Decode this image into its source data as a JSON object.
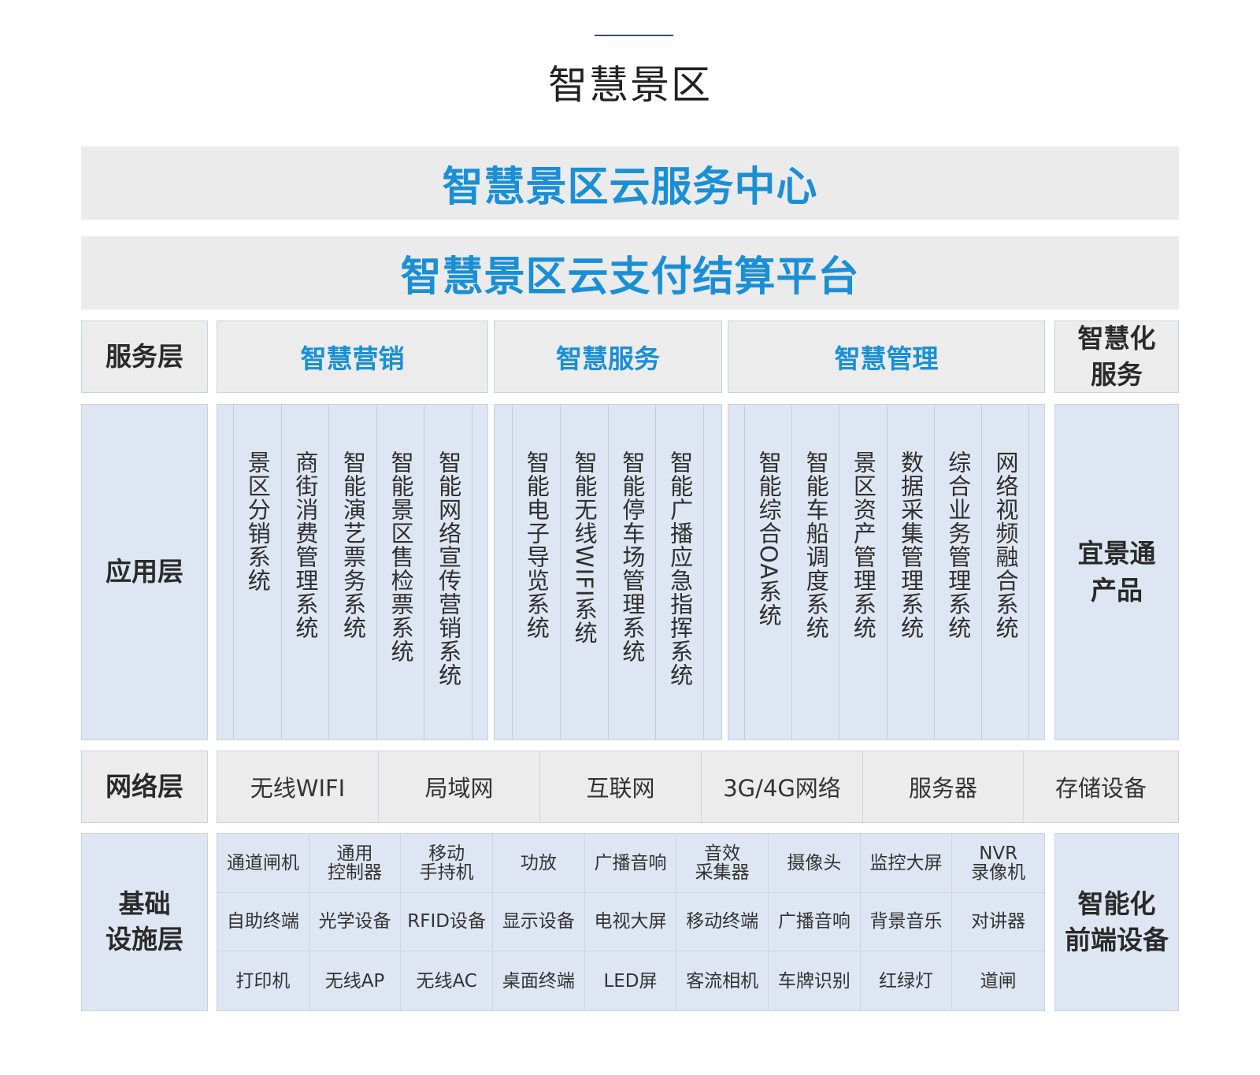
{
  "page_title": "智慧景区",
  "banners": [
    "智慧景区云服务中心",
    "智慧景区云支付结算平台"
  ],
  "service_layer": {
    "label": "服务层",
    "groups": [
      "智慧营销",
      "智慧服务",
      "智慧管理"
    ],
    "right": "智慧化\n服务"
  },
  "app_layer": {
    "label": "应用层",
    "groups": [
      [
        "景区分销系统",
        "商街消费管理系统",
        "智能演艺票务系统",
        "智能景区售检票系统",
        "智能网络宣传营销系统"
      ],
      [
        "智能电子导览系统",
        "智能无线WIFI系统",
        "智能停车场管理系统",
        "智能广播应急指挥系统"
      ],
      [
        "智能综合OA系统",
        "智能车船调度系统",
        "景区资产管理系统",
        "数据采集管理系统",
        "综合业务管理系统",
        "网络视频融合系统"
      ]
    ],
    "right": "宜景通\n产品"
  },
  "network_layer": {
    "label": "网络层",
    "items": [
      "无线WIFI",
      "局域网",
      "互联网",
      "3G/4G网络",
      "服务器",
      "存储设备"
    ]
  },
  "infra_layer": {
    "label": "基础\n设施层",
    "rows": [
      [
        "通道闸机",
        "通用\n控制器",
        "移动\n手持机",
        "功放",
        "广播音响",
        "音效\n采集器",
        "摄像头",
        "监控大屏",
        "NVR\n录像机"
      ],
      [
        "自助终端",
        "光学设备",
        "RFID设备",
        "显示设备",
        "电视大屏",
        "移动终端",
        "广播音响",
        "背景音乐",
        "对讲器"
      ],
      [
        "打印机",
        "无线AP",
        "无线AC",
        "桌面终端",
        "LED屏",
        "客流相机",
        "车牌识别",
        "红绿灯",
        "道闸"
      ]
    ],
    "right": "智能化\n前端设备"
  },
  "colors": {
    "accent_blue": "#1a8fd6",
    "panel_grey": "#ececec",
    "panel_blue": "#dde6f2"
  }
}
